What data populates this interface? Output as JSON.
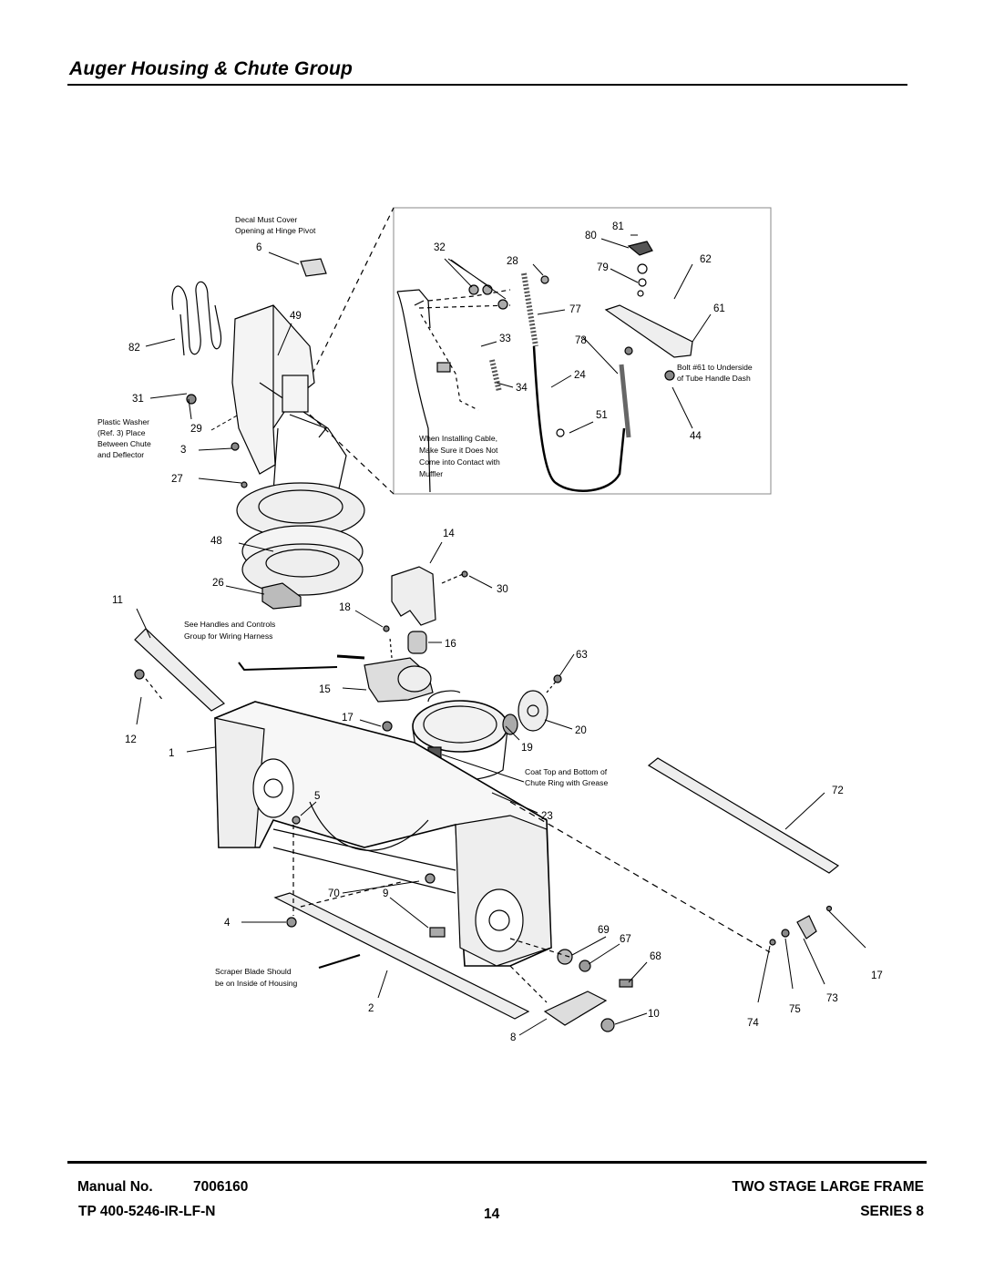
{
  "title": "Auger Housing & Chute Group",
  "footer": {
    "manual_label": "Manual No.",
    "manual_number": "7006160",
    "tp_number": "TP 400-5246-IR-LF-N",
    "page_number": "14",
    "frame_title": "TWO STAGE LARGE FRAME",
    "series": "SERIES 8"
  },
  "notes": {
    "decal": [
      "Decal Must Cover",
      "Opening at Hinge Pivot"
    ],
    "washer": [
      "Plastic Washer",
      "(Ref. 3) Place",
      "Between Chute",
      "and Deflector"
    ],
    "cable": [
      "When Installing Cable,",
      "Make Sure it Does Not",
      "Come into Contact with",
      "Muffler"
    ],
    "bolt": [
      "Bolt #61 to Underside",
      "of Tube Handle Dash"
    ],
    "harness": [
      "See Handles and Controls",
      "Group for Wiring Harness"
    ],
    "grease": [
      "Coat Top and Bottom of",
      "Chute Ring with Grease"
    ],
    "scraper": [
      "Scraper Blade Should",
      "be on Inside of Housing"
    ]
  },
  "callouts": {
    "c6": "6",
    "c49": "49",
    "c82": "82",
    "c31": "31",
    "c29": "29",
    "c3": "3",
    "c27": "27",
    "c48": "48",
    "c26": "26",
    "c11": "11",
    "c32": "32",
    "c28": "28",
    "c80": "80",
    "c81": "81",
    "c79": "79",
    "c62": "62",
    "c77": "77",
    "c61": "61",
    "c33": "33",
    "c78": "78",
    "c34": "34",
    "c24": "24",
    "c51": "51",
    "c44": "44",
    "c14": "14",
    "c30": "30",
    "c18": "18",
    "c16": "16",
    "c63": "63",
    "c15": "15",
    "c17a": "17",
    "c20": "20",
    "c19": "19",
    "c12": "12",
    "c1": "1",
    "c5": "5",
    "c72": "72",
    "c23": "23",
    "c70": "70",
    "c4": "4",
    "c9": "9",
    "c69": "69",
    "c67": "67",
    "c68": "68",
    "c17b": "17",
    "c73": "73",
    "c2": "2",
    "c10": "10",
    "c75": "75",
    "c74": "74",
    "c8": "8"
  }
}
